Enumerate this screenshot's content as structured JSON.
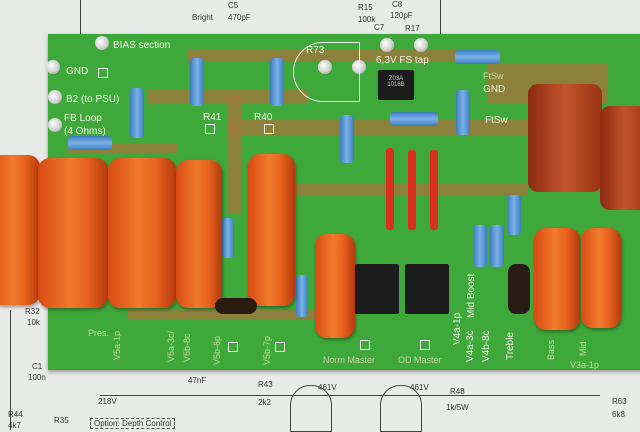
{
  "schematic": {
    "top": [
      "Bright",
      "C5",
      "470pF",
      "R15",
      "100k",
      "C8",
      "120pF",
      "C7",
      "R17"
    ],
    "left": [
      "R32",
      "10k",
      "C1",
      "100n",
      "R44",
      "4k7",
      "R35"
    ],
    "bottom": [
      "218V",
      "47nF",
      "R43",
      "2k2",
      "461V",
      "461V",
      "R48",
      "1k/5W",
      "R63",
      "6k8",
      "Option: Depth Control"
    ]
  },
  "pcb": {
    "labels": {
      "bias": "BIAS section",
      "gnd": "GND",
      "b2": "B2 (to PSU)",
      "fb1": "FB Loop",
      "fb2": "(4 Ohms)",
      "r41": "R41",
      "r40": "R40",
      "r73": "R73",
      "fs_tap": "6,3V FS tap",
      "ftsw_gnd1": "FtSw",
      "ftsw_gnd2": "GND",
      "ftsw": "FtSw",
      "norm_master": "Norm Master",
      "od_master": "OD Master",
      "v4a1p": "V4a-1p",
      "v4a3c": "V4a-3c",
      "mid_boost": "Mid Boost",
      "v4b8c": "V4b-8c",
      "treble": "Treble",
      "bass": "Bass",
      "mid": "Mid",
      "v3a1p": "V3a-1p",
      "v5b6p": "V5b-6p",
      "v5b7p": "V5b-7p",
      "v5a3c": "V5a-3c/",
      "v5b8c": "V5b-8c",
      "v5a1p": "V5a-1p",
      "pres": "Pres."
    },
    "chip": [
      "Z03A",
      "1018B"
    ]
  }
}
